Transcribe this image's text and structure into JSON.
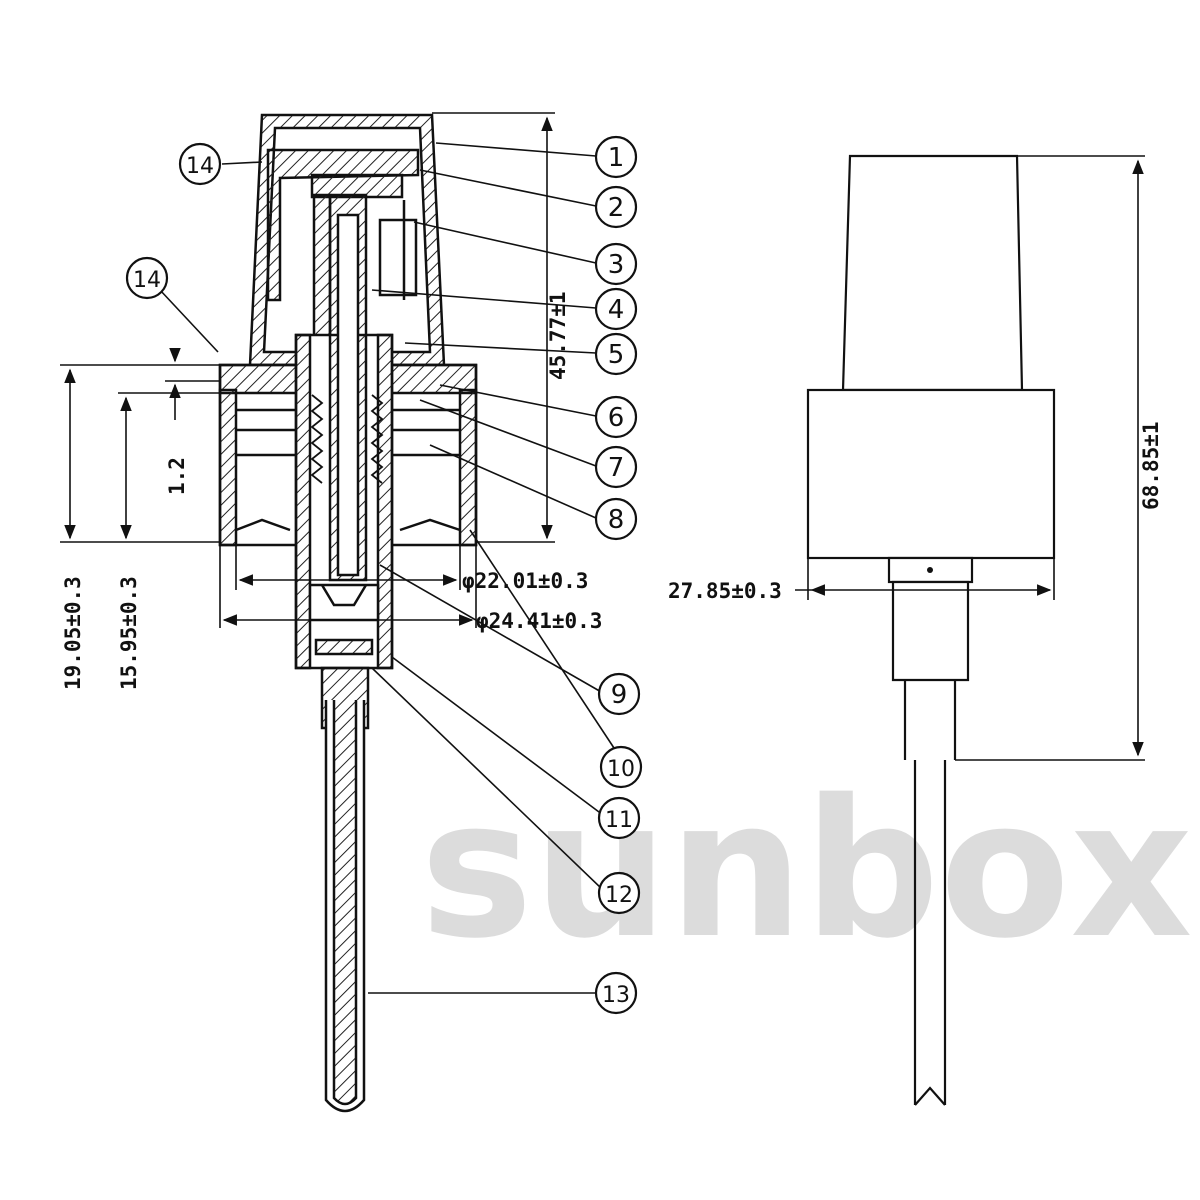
{
  "watermark": "sunbox",
  "colors": {
    "ink": "#111111",
    "hatch": "#333333",
    "watermark": "#dcdcdc",
    "paper": "#ffffff"
  },
  "section_view": {
    "callouts": [
      "1",
      "2",
      "3",
      "4",
      "5",
      "6",
      "7",
      "8",
      "9",
      "10",
      "11",
      "12",
      "13"
    ],
    "callout_14_a": "14",
    "callout_14_b": "14",
    "dimensions": {
      "overall_height": "45.77±1",
      "gap": "1.2",
      "outer_height": "19.05±0.3",
      "inner_height": "15.95±0.3",
      "inner_diameter": "φ22.01±0.3",
      "outer_diameter": "φ24.41±0.3"
    }
  },
  "outline_view": {
    "dimensions": {
      "overall_height": "68.85±1",
      "width": "27.85±0.3"
    }
  }
}
